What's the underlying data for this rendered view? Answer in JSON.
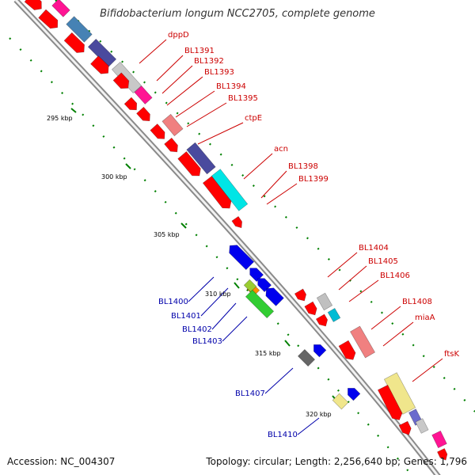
{
  "title": "Bifidobacterium longum NCC2705, complete genome",
  "footer": {
    "accession": "Accession: NC_004307",
    "topology": "Topology: circular; Length: 2,256,640 bp; Genes: 1,796"
  },
  "colors": {
    "forward_gene": "#ff0000",
    "reverse_gene": "#0000ee",
    "backbone": "#999999",
    "tick": "#008000",
    "forward_label": "#cc0000",
    "reverse_label": "#0000aa"
  },
  "scale_labels": [
    "295 kbp",
    "300 kbp",
    "305 kbp",
    "310 kbp",
    "315 kbp",
    "320 kbp"
  ],
  "forward_labels": [
    "dppD",
    "BL1391",
    "BL1392",
    "BL1393",
    "BL1394",
    "BL1395",
    "ctpE",
    "acn",
    "BL1398",
    "BL1399",
    "BL1404",
    "BL1405",
    "BL1406",
    "BL1408",
    "miaA",
    "ftsK"
  ],
  "reverse_labels": [
    "BL1400",
    "BL1401",
    "BL1402",
    "BL1403",
    "BL1407",
    "BL1410"
  ]
}
